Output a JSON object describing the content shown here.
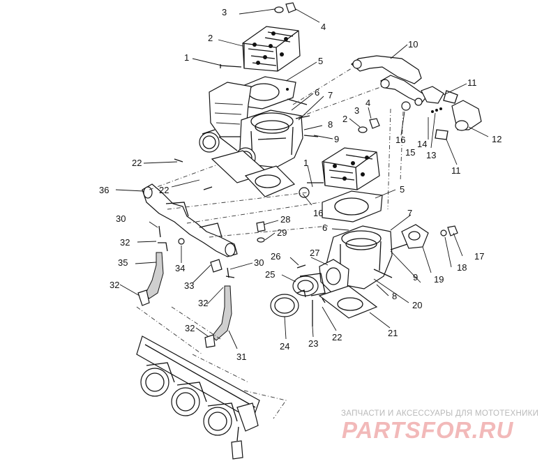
{
  "callouts": [
    {
      "id": "c1",
      "text": "1"
    },
    {
      "id": "c2",
      "text": "2"
    },
    {
      "id": "c3",
      "text": "3"
    },
    {
      "id": "c4",
      "text": "4"
    },
    {
      "id": "c5",
      "text": "5"
    },
    {
      "id": "c6",
      "text": "6"
    },
    {
      "id": "c7",
      "text": "7"
    },
    {
      "id": "c8",
      "text": "8"
    },
    {
      "id": "c9",
      "text": "9"
    },
    {
      "id": "c10",
      "text": "10"
    },
    {
      "id": "c11",
      "text": "11"
    },
    {
      "id": "c12",
      "text": "12"
    },
    {
      "id": "c2b",
      "text": "2"
    },
    {
      "id": "c3b",
      "text": "3"
    },
    {
      "id": "c4b",
      "text": "4"
    },
    {
      "id": "c16",
      "text": "16"
    },
    {
      "id": "c15",
      "text": "15"
    },
    {
      "id": "c14",
      "text": "14"
    },
    {
      "id": "c13",
      "text": "13"
    },
    {
      "id": "c11b",
      "text": "11"
    },
    {
      "id": "c22",
      "text": "22"
    },
    {
      "id": "c22b",
      "text": "22"
    },
    {
      "id": "c36",
      "text": "36"
    },
    {
      "id": "c1b",
      "text": "1"
    },
    {
      "id": "c16b",
      "text": "16"
    },
    {
      "id": "c5b",
      "text": "5"
    },
    {
      "id": "c6b",
      "text": "6"
    },
    {
      "id": "c7b",
      "text": "7"
    },
    {
      "id": "c30",
      "text": "30"
    },
    {
      "id": "c28",
      "text": "28"
    },
    {
      "id": "c29",
      "text": "29"
    },
    {
      "id": "c32",
      "text": "32"
    },
    {
      "id": "c34",
      "text": "34"
    },
    {
      "id": "c17",
      "text": "17"
    },
    {
      "id": "c18",
      "text": "18"
    },
    {
      "id": "c19",
      "text": "19"
    },
    {
      "id": "c9b",
      "text": "9"
    },
    {
      "id": "c35",
      "text": "35"
    },
    {
      "id": "c26",
      "text": "26"
    },
    {
      "id": "c27",
      "text": "27"
    },
    {
      "id": "c30b",
      "text": "30"
    },
    {
      "id": "c25",
      "text": "25"
    },
    {
      "id": "c33",
      "text": "33"
    },
    {
      "id": "c32b",
      "text": "32"
    },
    {
      "id": "c32c",
      "text": "32"
    },
    {
      "id": "c8b",
      "text": "8"
    },
    {
      "id": "c20",
      "text": "20"
    },
    {
      "id": "c21",
      "text": "21"
    },
    {
      "id": "c22c",
      "text": "22"
    },
    {
      "id": "c23",
      "text": "23"
    },
    {
      "id": "c24",
      "text": "24"
    },
    {
      "id": "c32d",
      "text": "32"
    },
    {
      "id": "c31",
      "text": "31"
    }
  ],
  "watermark": {
    "tagline": "ЗАПЧАСТИ И АКСЕССУАРЫ ДЛЯ МОТОТЕХНИКИ",
    "logo": "PARTSFOR.RU",
    "tagline_color": "#b9b9b9",
    "logo_color": "#f2b9b9"
  }
}
